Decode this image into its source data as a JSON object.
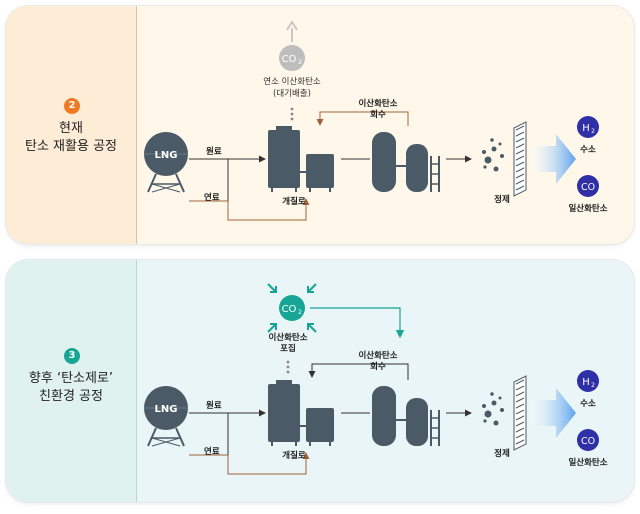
{
  "panels": [
    {
      "number": "2",
      "title_line1": "현재",
      "title_line2": "탄소 재활용 공정",
      "lng": "LNG",
      "raw_material": "원료",
      "fuel": "연료",
      "reformer": "개질로",
      "co2_icon": "CO",
      "co2_sub": "2",
      "co2_caption_1": "연소 이산화탄소",
      "co2_caption_2": "(대기배출)",
      "recovery_1": "이산화탄소",
      "recovery_2": "회수",
      "purification": "정제",
      "h2_main": "H",
      "h2_sub": "2",
      "h2_label": "수소",
      "co_icon": "CO",
      "co_label": "일산화탄소"
    },
    {
      "number": "3",
      "title_line1": "향후 ‘탄소제로’",
      "title_line2": "친환경 공정",
      "lng": "LNG",
      "raw_material": "원료",
      "fuel": "연료",
      "reformer": "개질로",
      "co2_icon": "CO",
      "co2_sub": "2",
      "co2_caption_1": "이산화탄소",
      "co2_caption_2": "포집",
      "recovery_1": "이산화탄소",
      "recovery_2": "회수",
      "purification": "정제",
      "h2_main": "H",
      "h2_sub": "2",
      "h2_label": "수소",
      "co_icon": "CO",
      "co_label": "일산화탄소"
    }
  ],
  "colors": {
    "badge_current": "#f07a24",
    "badge_future": "#17a595",
    "equipment": "#4a5a66",
    "arrow_brown": "#a0643a",
    "arrow_teal": "#17a595",
    "co2_gray": "#bdbdbd",
    "product_blue": "#2f2fa8"
  }
}
